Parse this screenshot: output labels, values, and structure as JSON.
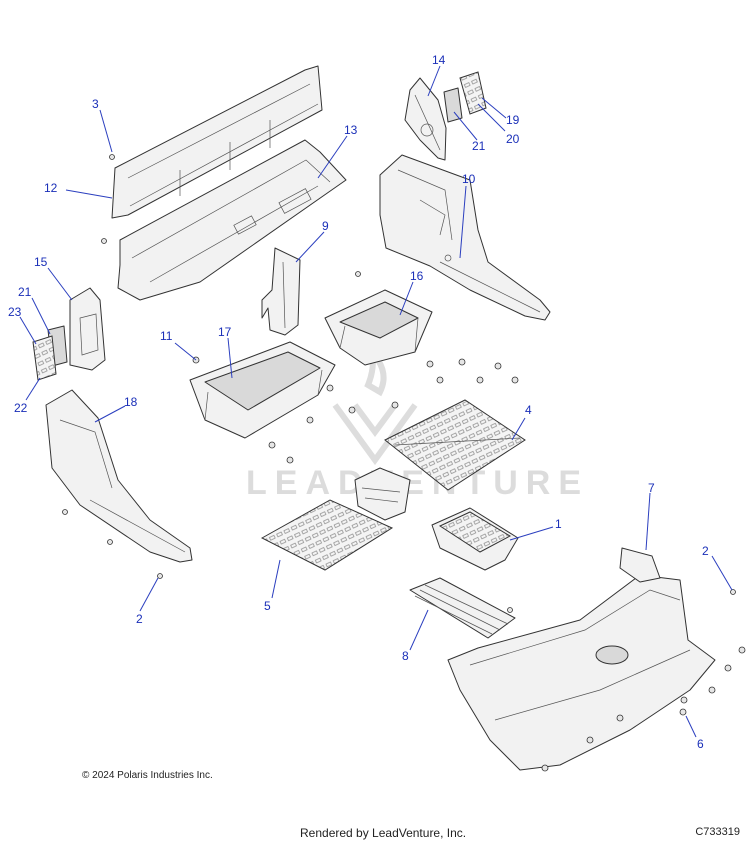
{
  "callouts": [
    {
      "id": "c1",
      "label": "1"
    },
    {
      "id": "c2a",
      "label": "2"
    },
    {
      "id": "c2b",
      "label": "2"
    },
    {
      "id": "c3",
      "label": "3"
    },
    {
      "id": "c4",
      "label": "4"
    },
    {
      "id": "c5",
      "label": "5"
    },
    {
      "id": "c6",
      "label": "6"
    },
    {
      "id": "c7",
      "label": "7"
    },
    {
      "id": "c8",
      "label": "8"
    },
    {
      "id": "c9",
      "label": "9"
    },
    {
      "id": "c10",
      "label": "10"
    },
    {
      "id": "c11",
      "label": "11"
    },
    {
      "id": "c12",
      "label": "12"
    },
    {
      "id": "c13",
      "label": "13"
    },
    {
      "id": "c14",
      "label": "14"
    },
    {
      "id": "c15",
      "label": "15"
    },
    {
      "id": "c16",
      "label": "16"
    },
    {
      "id": "c17",
      "label": "17"
    },
    {
      "id": "c18",
      "label": "18"
    },
    {
      "id": "c19",
      "label": "19"
    },
    {
      "id": "c20",
      "label": "20"
    },
    {
      "id": "c21a",
      "label": "21"
    },
    {
      "id": "c21b",
      "label": "21"
    },
    {
      "id": "c22",
      "label": "22"
    },
    {
      "id": "c23",
      "label": "23"
    }
  ],
  "watermark": "LEADVENTURE",
  "footer": {
    "copyright": "© 2024 Polaris Industries Inc.",
    "rendered_by": "Rendered by LeadVenture, Inc.",
    "diagram_code": "C733319"
  },
  "colors": {
    "callout": "#1a2fb8",
    "outline": "#333333",
    "fill": "#f2f2f2"
  }
}
